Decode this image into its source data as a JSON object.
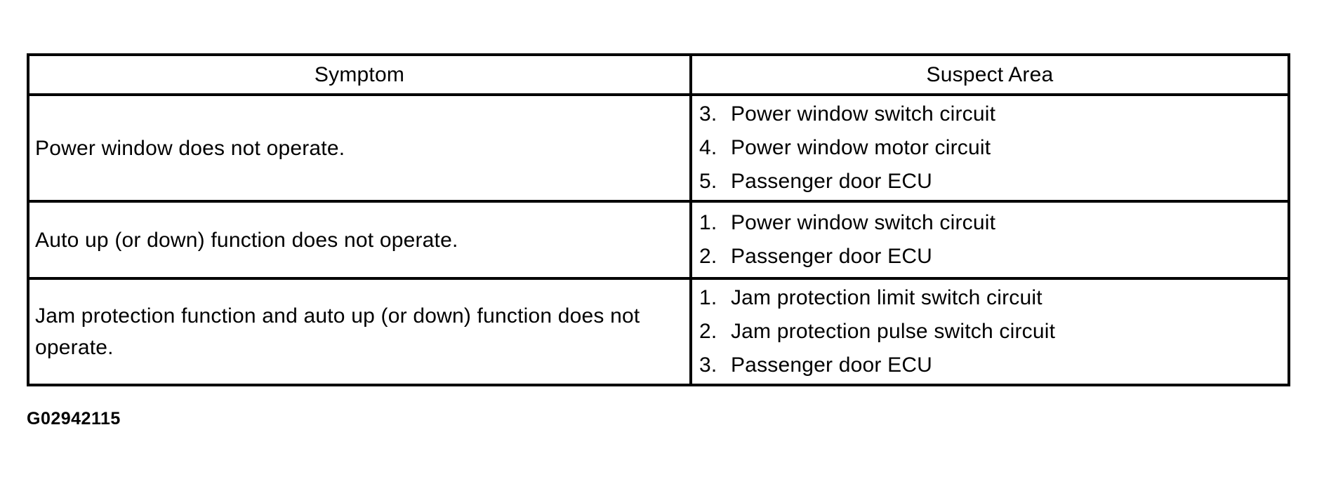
{
  "colors": {
    "background": "#ffffff",
    "text": "#000000",
    "border": "#000000"
  },
  "table": {
    "headers": {
      "symptom": "Symptom",
      "suspect_area": "Suspect Area"
    },
    "rows": [
      {
        "symptom": "Power window does not operate.",
        "suspects": [
          {
            "number": "3.",
            "text": "Power window switch circuit"
          },
          {
            "number": "4.",
            "text": "Power window motor circuit"
          },
          {
            "number": "5.",
            "text": "Passenger door ECU"
          }
        ]
      },
      {
        "symptom": "Auto up (or down) function does not operate.",
        "suspects": [
          {
            "number": "1.",
            "text": "Power window switch circuit"
          },
          {
            "number": "2.",
            "text": "Passenger door ECU"
          }
        ]
      },
      {
        "symptom": "Jam protection function and auto up (or down) function does not operate.",
        "suspects": [
          {
            "number": "1.",
            "text": "Jam protection limit switch circuit"
          },
          {
            "number": "2.",
            "text": "Jam protection pulse switch circuit"
          },
          {
            "number": "3.",
            "text": "Passenger door ECU"
          }
        ]
      }
    ]
  },
  "figure_id": "G02942115"
}
